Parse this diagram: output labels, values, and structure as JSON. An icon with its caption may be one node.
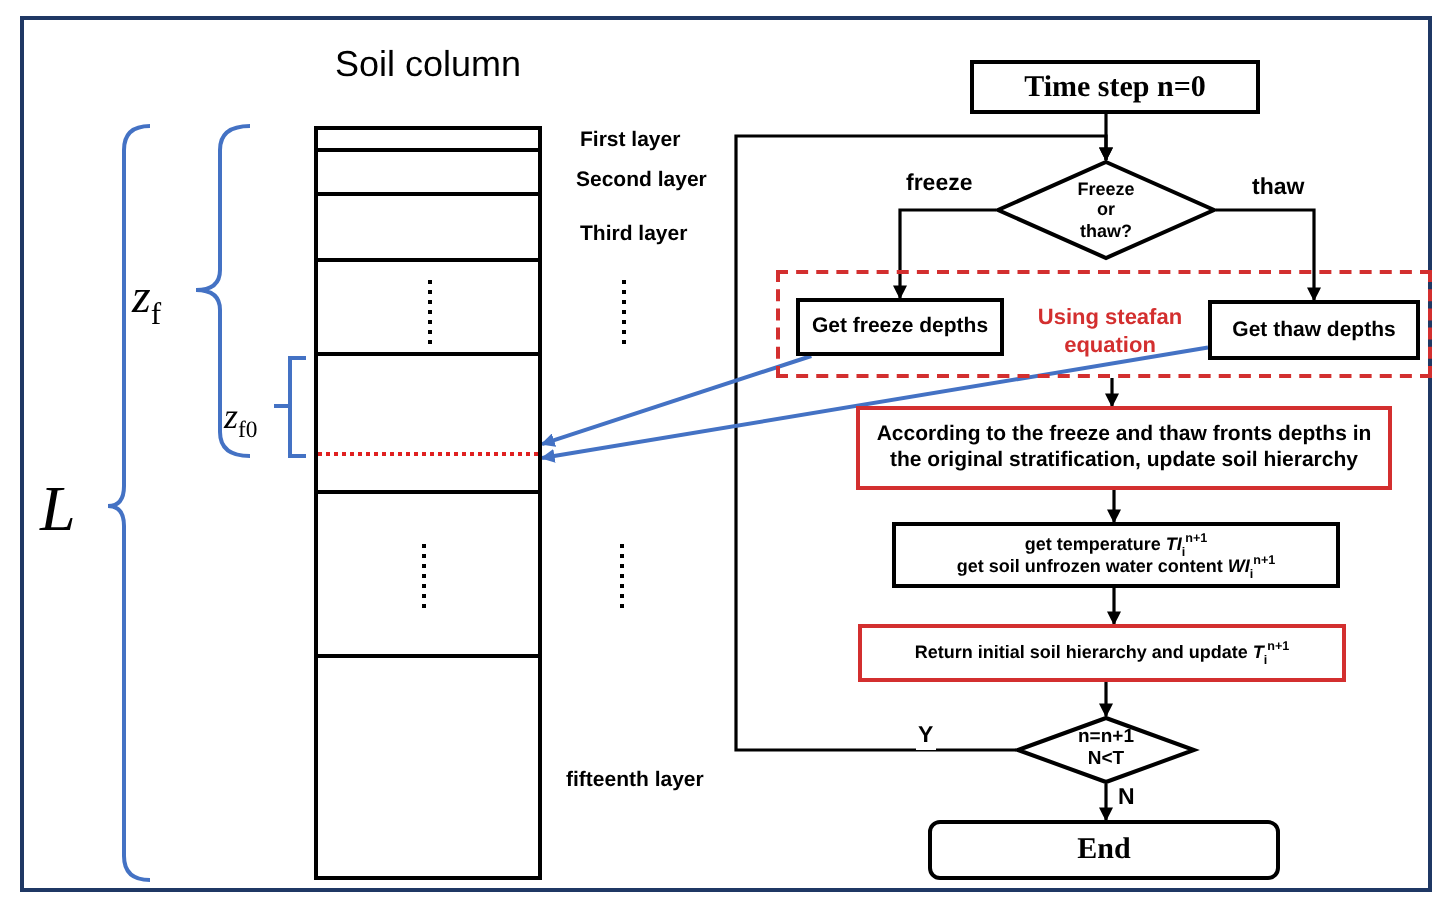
{
  "diagram": {
    "nodes": [
      {
        "text": [
          "Time step n=0"
        ]
      },
      {
        "text": [
          "Freeze or thaw?"
        ]
      },
      {
        "text": [
          "Using steafan equation"
        ]
      },
      {
        "text": [
          "Get freeze depths"
        ],
        "in": 2
      },
      {
        "text": [
          "Get thaw depths"
        ],
        "in": 2
      },
      {
        "text": [
          "According to the freeze and thaw fronts depths in the original stratification, update soil hierarchy"
        ]
      },
      {
        "text": [
          "get temperature *TI*$_{i}$$^{n+1}$",
          "get soil unfrozen water content *WI*$_{i}$$^{n+1}$"
        ]
      },
      {
        "text": [
          "Return initial soil hierarchy and update *T*$_{i}$$^{n+1}$"
        ]
      },
      {
        "text": [
          "n=n+1 N<T"
        ]
      },
      {
        "text": [
          "End"
        ]
      },
      {
        "text": [
          "Soil column"
        ]
      }
    ],
    "edges": [
      {
        "from": 0,
        "to": 1,
        "arrow": "to"
      },
      {
        "from": 1,
        "to": 3,
        "arrow": "to",
        "label": "freeze"
      },
      {
        "from": 1,
        "to": 4,
        "arrow": "to",
        "label": "thaw"
      },
      {
        "from": 2,
        "to": 5,
        "arrow": "to"
      },
      {
        "from": 5,
        "to": 6,
        "arrow": "to"
      },
      {
        "from": 6,
        "to": 7,
        "arrow": "to"
      },
      {
        "from": 7,
        "to": 8,
        "arrow": "to"
      },
      {
        "from": 8,
        "to": 9,
        "arrow": "to",
        "label": "N"
      },
      {
        "from": 8,
        "to": 1,
        "arrow": "to",
        "label": "Y"
      },
      {
        "from": 3,
        "to": 10,
        "arrow": "to",
        "color": "#4472c4"
      },
      {
        "from": 4,
        "to": 10,
        "arrow": "to",
        "color": "#4472c4"
      }
    ],
    "labels": [
      "First layer",
      "Second layer",
      "Third layer",
      "fifteenth layer",
      "*z*$_{f}$",
      "*z*$_{f0}$",
      "*L*"
    ]
  }
}
